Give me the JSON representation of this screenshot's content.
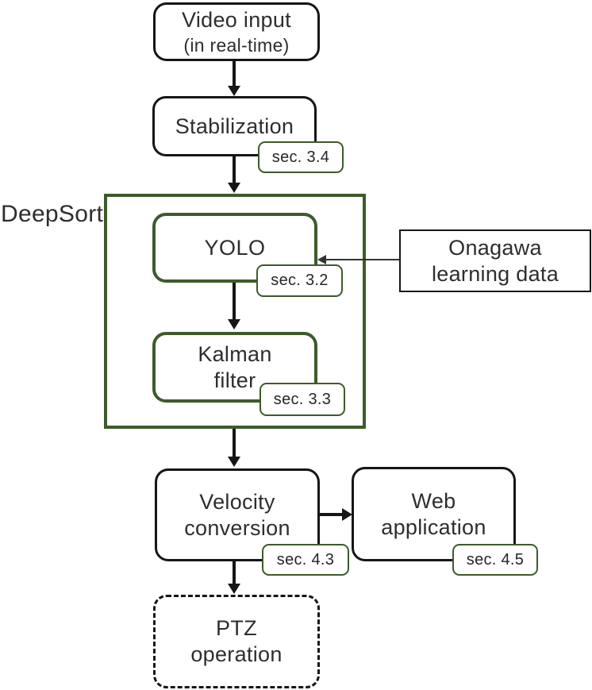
{
  "colors": {
    "accent_green": "#3e5a2b",
    "line_black": "#161616",
    "text": "#2e2e2e",
    "thin_arrow": "#333333"
  },
  "nodes": {
    "video_input": {
      "line1": "Video input",
      "line2": "(in real-time)"
    },
    "stabilization": {
      "label": "Stabilization"
    },
    "deepsort": {
      "label": "DeepSort"
    },
    "yolo": {
      "label": "YOLO"
    },
    "kalman_filter": {
      "line1": "Kalman",
      "line2": "filter"
    },
    "onagawa": {
      "line1": "Onagawa",
      "line2": "learning data"
    },
    "velocity_conversion": {
      "line1": "Velocity",
      "line2": "conversion"
    },
    "web_application": {
      "line1": "Web",
      "line2": "application"
    },
    "ptz_operation": {
      "line1": "PTZ",
      "line2": "operation"
    }
  },
  "badges": {
    "stabilization": "sec. 3.4",
    "yolo": "sec. 3.2",
    "kalman_filter": "sec. 3.3",
    "velocity_conversion": "sec. 4.3",
    "web_application": "sec. 4.5"
  }
}
